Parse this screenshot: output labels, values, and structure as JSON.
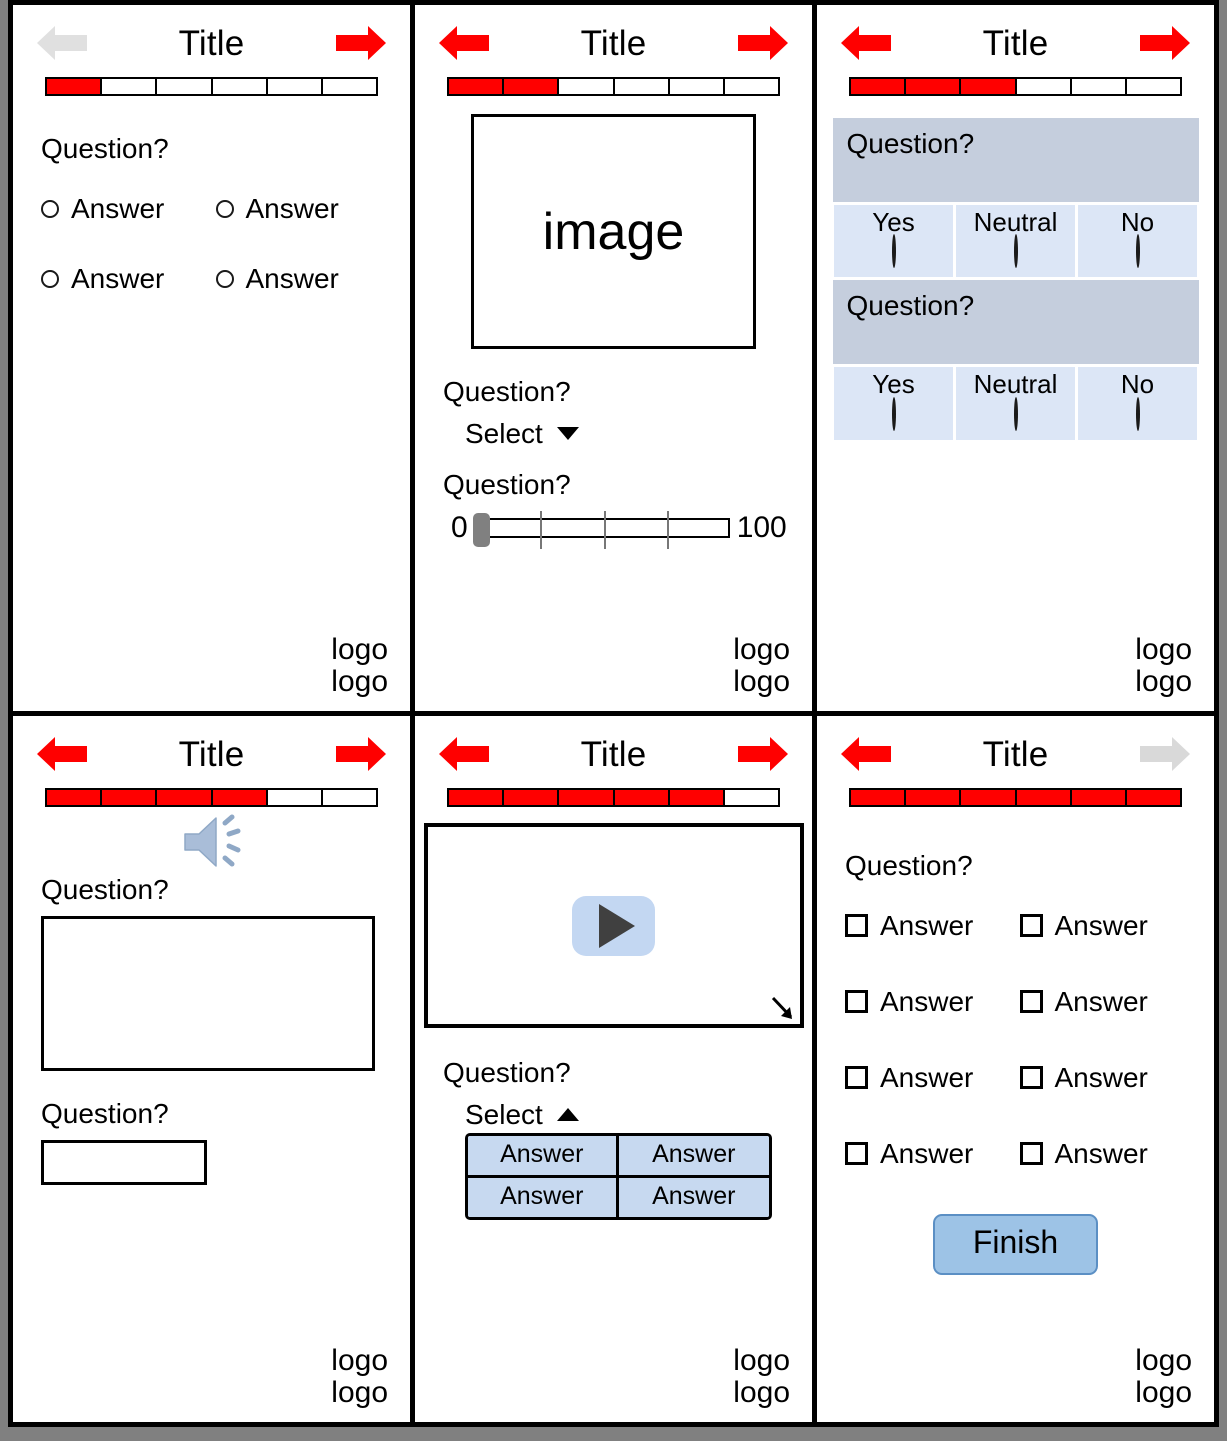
{
  "app": {
    "background_color": "#808080",
    "panel_border_color": "#000000",
    "accent_red": "#ff0000",
    "disabled_gray": "#d9d9d9",
    "matrix_question_bg": "#c5cedd",
    "matrix_option_bg": "#dce6f6",
    "select_option_bg": "#c7d9f0",
    "finish_button_bg": "#9dc3e6"
  },
  "common": {
    "title": "Title",
    "question_label": "Question?",
    "answer_label": "Answer",
    "logo_line_1": "logo",
    "logo_line_2": "logo",
    "back_icon": "left-arrow-icon",
    "forward_icon": "right-arrow-icon",
    "progress_total_segments": 6
  },
  "screens": [
    {
      "id": "screen-1-radio",
      "title": "Title",
      "progress_filled": 1,
      "back_enabled": false,
      "forward_enabled": true,
      "question": "Question?",
      "input_type": "radio",
      "options": [
        "Answer",
        "Answer",
        "Answer",
        "Answer"
      ],
      "logo": [
        "logo",
        "logo"
      ]
    },
    {
      "id": "screen-2-image-select-slider",
      "title": "Title",
      "progress_filled": 2,
      "back_enabled": true,
      "forward_enabled": true,
      "image_placeholder": "image",
      "question_select": "Question?",
      "select_value": "Select",
      "select_state": "closed",
      "question_slider": "Question?",
      "slider_min_label": "0",
      "slider_max_label": "100",
      "slider_value": 0,
      "slider_ticks": 3,
      "logo": [
        "logo",
        "logo"
      ]
    },
    {
      "id": "screen-3-matrix",
      "title": "Title",
      "progress_filled": 3,
      "back_enabled": true,
      "forward_enabled": true,
      "matrix_columns": [
        "Yes",
        "Neutral",
        "No"
      ],
      "matrix_rows": [
        {
          "question": "Question?",
          "options": [
            "Yes",
            "Neutral",
            "No"
          ]
        },
        {
          "question": "Question?",
          "options": [
            "Yes",
            "Neutral",
            "No"
          ]
        }
      ],
      "logo": [
        "logo",
        "logo"
      ]
    },
    {
      "id": "screen-4-audio-text",
      "title": "Title",
      "progress_filled": 4,
      "back_enabled": true,
      "forward_enabled": true,
      "audio_icon": "speaker-icon",
      "question_textarea": "Question?",
      "textarea_value": "",
      "question_textinput": "Question?",
      "textinput_value": "",
      "logo": [
        "logo",
        "logo"
      ]
    },
    {
      "id": "screen-5-video-select-open",
      "title": "Title",
      "progress_filled": 5,
      "back_enabled": true,
      "forward_enabled": true,
      "video_play_icon": "play-icon",
      "video_fullscreen_icon": "fullscreen-arrow-icon",
      "question_select": "Question?",
      "select_value": "Select",
      "select_state": "open",
      "select_options": [
        "Answer",
        "Answer",
        "Answer",
        "Answer"
      ],
      "logo": [
        "logo",
        "logo"
      ]
    },
    {
      "id": "screen-6-checkbox-finish",
      "title": "Title",
      "progress_filled": 6,
      "back_enabled": true,
      "forward_enabled": false,
      "question": "Question?",
      "input_type": "checkbox",
      "options": [
        "Answer",
        "Answer",
        "Answer",
        "Answer",
        "Answer",
        "Answer",
        "Answer",
        "Answer"
      ],
      "finish_label": "Finish",
      "logo": [
        "logo",
        "logo"
      ]
    }
  ]
}
